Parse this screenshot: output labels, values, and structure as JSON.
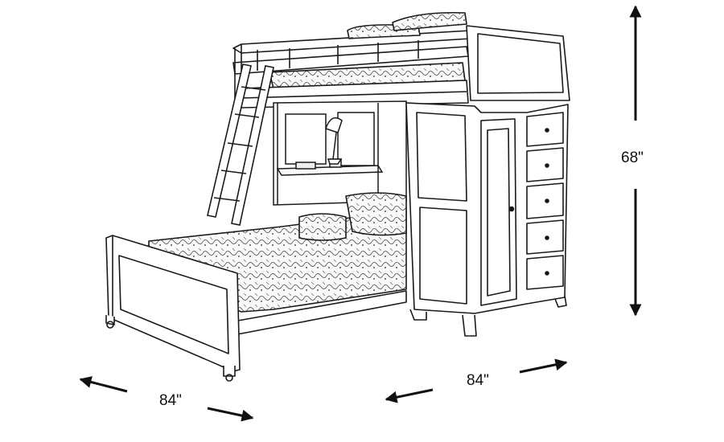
{
  "dimensions": {
    "height": "68\"",
    "width": "84\"",
    "depth": "84\""
  },
  "colors": {
    "line": "#1a1a1a",
    "background": "#ffffff",
    "fill": "#f7f7f7"
  }
}
